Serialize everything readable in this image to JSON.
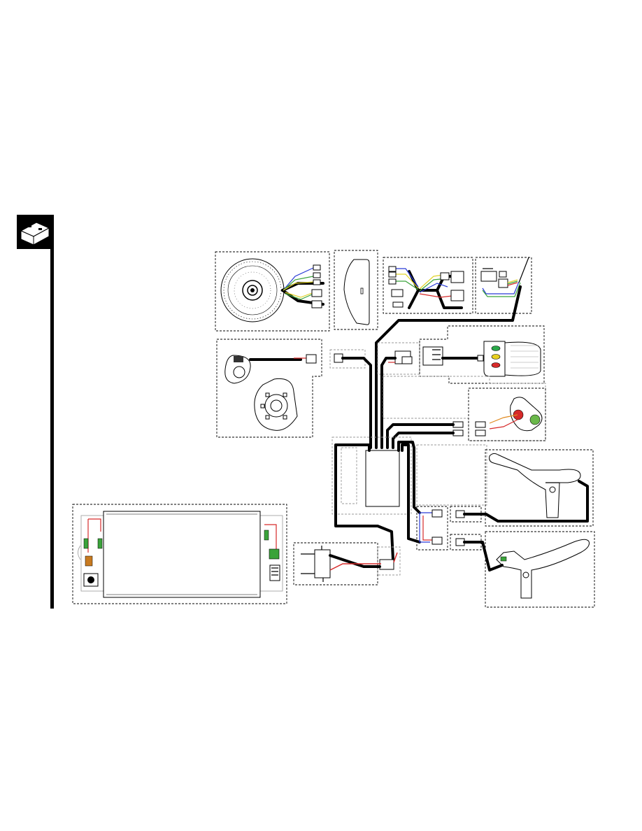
{
  "chapter_tab": {
    "icon": "battery-icon",
    "band_color": "#000000"
  },
  "components": [
    {
      "name": "hub-motor",
      "icon": "hub-motor-icon"
    },
    {
      "name": "motor-harness",
      "icon": "connector-icon"
    },
    {
      "name": "display",
      "icon": "display-icon"
    },
    {
      "name": "display-connectors",
      "icon": "connector-icon"
    },
    {
      "name": "handlebar-switch",
      "icon": "switch-icon"
    },
    {
      "name": "pedal-sensor",
      "icon": "sensor-icon"
    },
    {
      "name": "throttle-grip",
      "icon": "throttle-icon"
    },
    {
      "name": "power-button",
      "icon": "button-icon"
    },
    {
      "name": "controller",
      "icon": "controller-icon"
    },
    {
      "name": "battery-pack",
      "icon": "battery-icon"
    },
    {
      "name": "battery-harness",
      "icon": "connector-icon"
    },
    {
      "name": "brake-lever-right",
      "icon": "brake-lever-icon"
    },
    {
      "name": "brake-lever-left",
      "icon": "brake-lever-icon"
    }
  ],
  "wire_colors": {
    "main": "#000000",
    "blue": "#2a3bd6",
    "yellow": "#e0d32a",
    "green": "#3aa33a",
    "red": "#d62a2a",
    "orange": "#e08a20"
  },
  "indicator_colors": [
    "#2aa84a",
    "#e8d020",
    "#d62a2a"
  ],
  "button_colors": {
    "red": "#d62a2a",
    "green": "#6ab84a"
  }
}
